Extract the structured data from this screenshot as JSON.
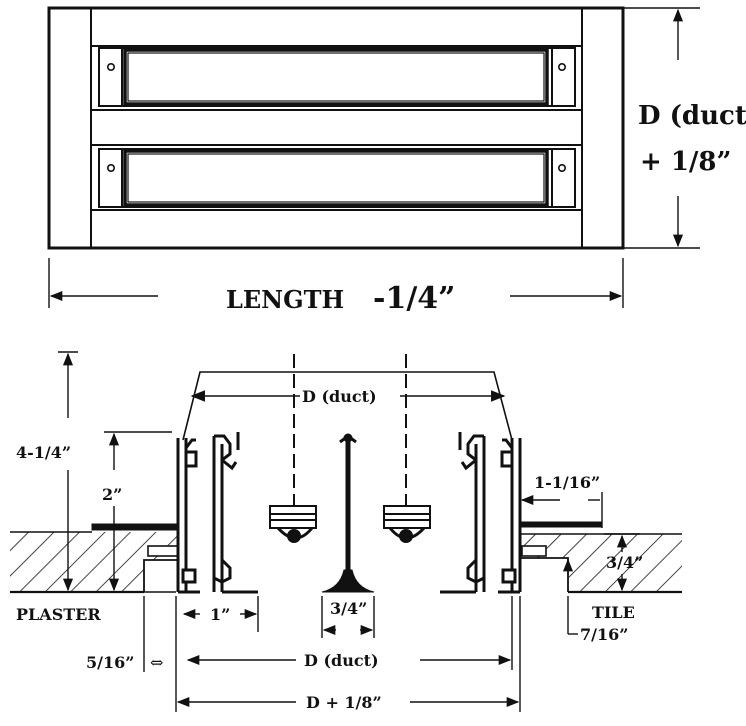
{
  "top_view": {
    "height_label_line1": "D (duct)",
    "height_label_line2": "+ 1/8”",
    "length_label_word": "LENGTH",
    "length_label_value": "-1/4”"
  },
  "section_view": {
    "overall_height": "4-1/4”",
    "flange_depth": "2”",
    "duct_top": "D (duct)",
    "right_projection": "1-1/16”",
    "tile_thickness": "3/4”",
    "tile_label": "TILE",
    "tile_offset": "7/16”",
    "plaster_label": "PLASTER",
    "plaster_gap": "5/16”",
    "gap_arrow_glyph": "⇔",
    "blade_spacing": "1”",
    "center_bar": "3/4”",
    "duct_bottom": "D (duct)",
    "overall_width": "D + 1/8”"
  },
  "colors": {
    "ink": "#111111",
    "paper": "#ffffff"
  }
}
